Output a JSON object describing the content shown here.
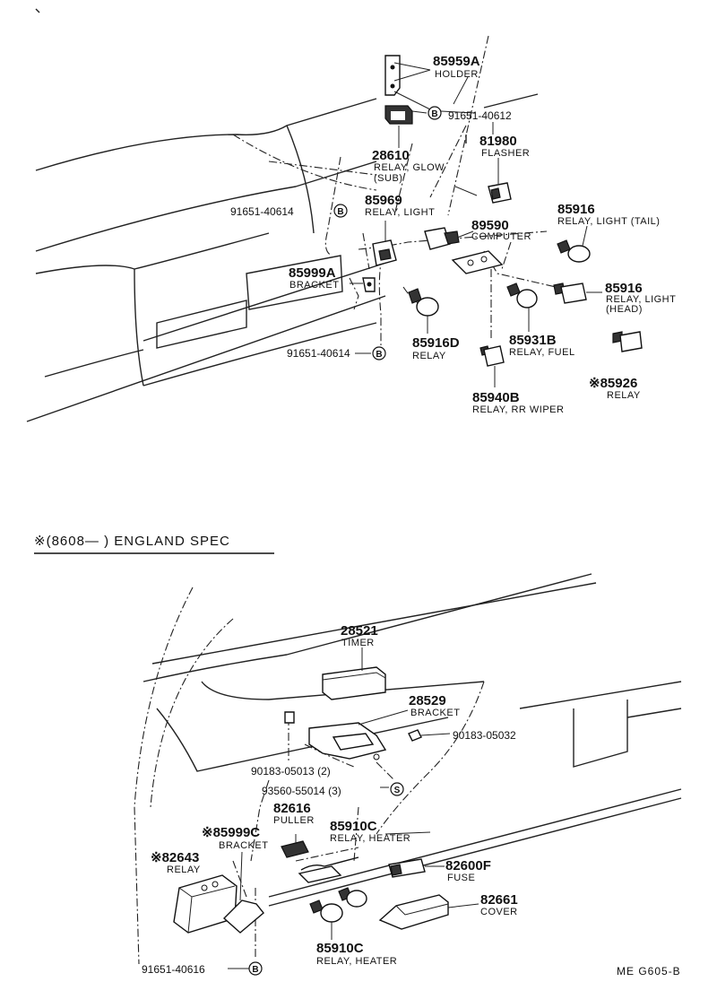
{
  "top_section": {
    "labels": {
      "holder": {
        "part": "85959A",
        "desc": "HOLDER"
      },
      "bolt_612": {
        "code": "91651-40612"
      },
      "glow": {
        "part": "28610",
        "desc1": "RELAY, GLOW",
        "desc2": "(SUB)"
      },
      "flasher": {
        "part": "81980",
        "desc": "FLASHER"
      },
      "bolt_614_a": {
        "code": "91651-40614"
      },
      "light_relay": {
        "part": "85969",
        "desc": "RELAY, LIGHT"
      },
      "computer": {
        "part": "89590",
        "desc": "COMPUTER"
      },
      "tail": {
        "part": "85916",
        "desc": "RELAY, LIGHT (TAIL)"
      },
      "bracket": {
        "part": "85999A",
        "desc": "BRACKET"
      },
      "head": {
        "part": "85916",
        "desc1": "RELAY, LIGHT",
        "desc2": "(HEAD)"
      },
      "relay_d": {
        "part": "85916D",
        "desc": "RELAY"
      },
      "fuel": {
        "part": "85931B",
        "desc": "RELAY, FUEL"
      },
      "bolt_614_b": {
        "code": "91651-40614"
      },
      "relay_26": {
        "part": "※85926",
        "desc": "RELAY"
      },
      "wiper": {
        "part": "85940B",
        "desc": "RELAY, RR WIPER"
      }
    }
  },
  "spec_heading": "※(8608—      ) ENGLAND SPEC",
  "bottom_section": {
    "labels": {
      "timer": {
        "part": "28521",
        "desc": "TIMER"
      },
      "bracket_29": {
        "part": "28529",
        "desc": "BRACKET"
      },
      "bolt_032": {
        "code": "90183-05032"
      },
      "bolt_013": {
        "code": "90183-05013 (2)"
      },
      "screw": {
        "code": "93560-55014 (3)"
      },
      "puller": {
        "part": "82616",
        "desc": "PULLER"
      },
      "bracket_c": {
        "part": "※85999C",
        "desc": "BRACKET"
      },
      "heater_top": {
        "part": "85910C",
        "desc": "RELAY, HEATER"
      },
      "relay_43": {
        "part": "※82643",
        "desc": "RELAY"
      },
      "fuse": {
        "part": "82600F",
        "desc": "FUSE"
      },
      "cover": {
        "part": "82661",
        "desc": "COVER"
      },
      "heater_bottom": {
        "part": "85910C",
        "desc": "RELAY, HEATER"
      },
      "bolt_616": {
        "code": "91651-40616"
      }
    }
  },
  "callouts": {
    "b": "B",
    "s": "S"
  },
  "diagram_ref": "ME  G605-B"
}
